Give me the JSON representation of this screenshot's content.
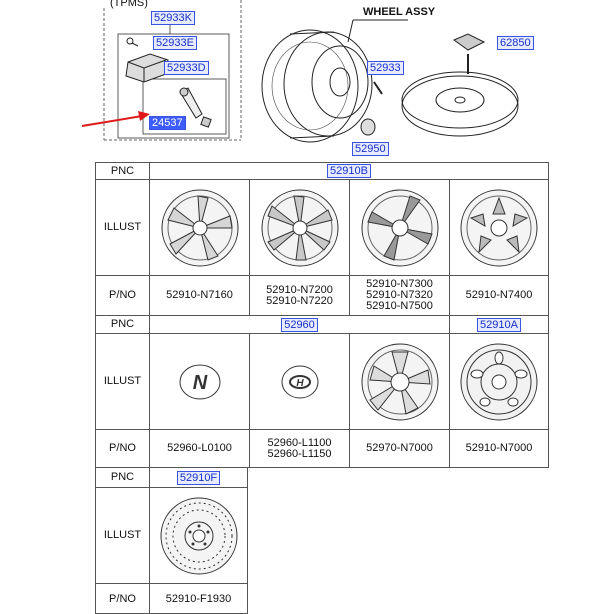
{
  "header": {
    "tpms_label": "(TPMS)",
    "wheel_assy_label": "WHEEL ASSY"
  },
  "callouts": {
    "c52933K": "52933K",
    "c52933E": "52933E",
    "c52933D": "52933D",
    "c24537": "24537",
    "c52933": "52933",
    "c62850": "62850",
    "c52950": "52950"
  },
  "table": {
    "pnc_label": "PNC",
    "illust_label": "ILLUST",
    "pno_label": "P/NO",
    "row1": {
      "pnc": "52910B",
      "parts": [
        [
          "52910-N7160"
        ],
        [
          "52910-N7200",
          "52910-N7220"
        ],
        [
          "52910-N7300",
          "52910-N7320",
          "52910-N7500"
        ],
        [
          "52910-N7400"
        ]
      ]
    },
    "row2": {
      "pnc_a": "52960",
      "pnc_b": "52910A",
      "parts": [
        [
          "52960-L0100"
        ],
        [
          "52960-L1100",
          "52960-L1150"
        ],
        [
          "52970-N7000"
        ],
        [
          "52910-N7000"
        ]
      ]
    },
    "row3": {
      "pnc": "52910F",
      "parts": [
        [
          "52910-F1930"
        ]
      ]
    }
  },
  "colors": {
    "callout_border": "#3a52e0",
    "callout_fill": "#e6ebff",
    "callout_highlight": "#3d5cff",
    "arrow": "#e01818"
  }
}
